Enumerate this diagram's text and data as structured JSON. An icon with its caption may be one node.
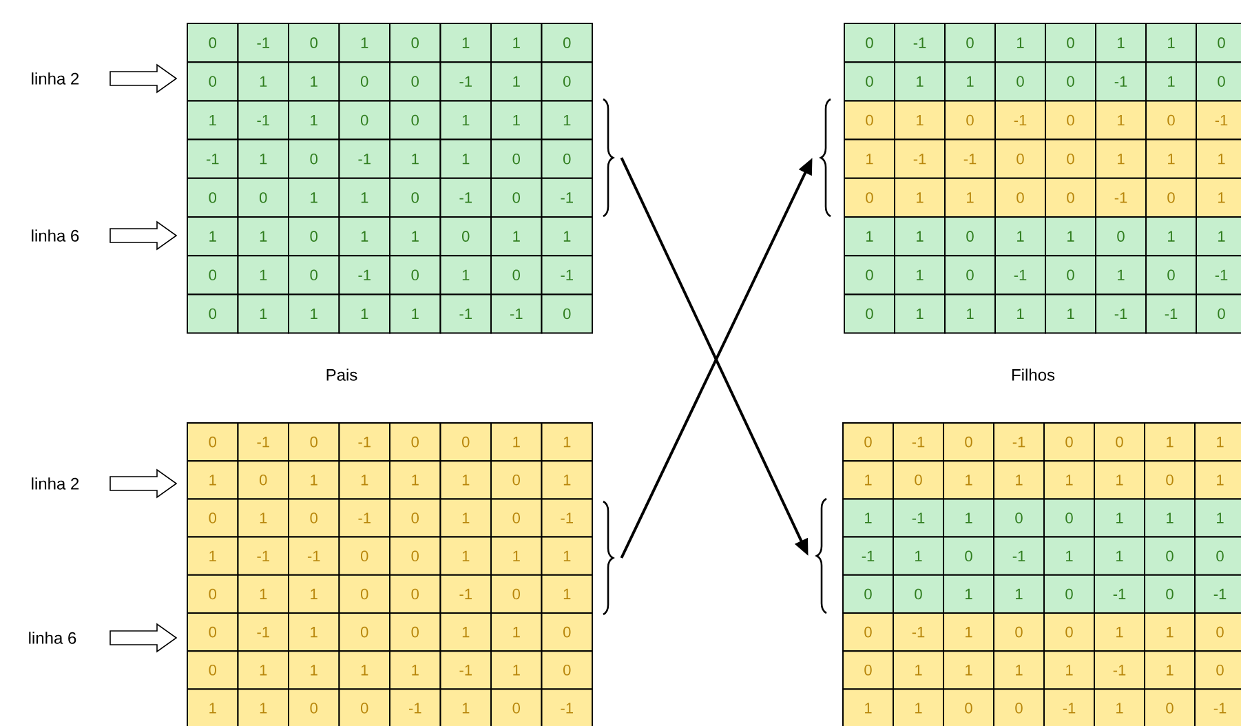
{
  "diagram": {
    "nodes": [
      {
        "text": [],
        "shape": "brace"
      },
      {
        "text": [],
        "shape": "brace"
      },
      {
        "text": [],
        "shape": "brace"
      },
      {
        "text": [],
        "shape": "brace"
      }
    ],
    "edges": [
      {
        "from": 0,
        "to": 3,
        "arrow": "to"
      },
      {
        "from": 2,
        "to": 1,
        "arrow": "to"
      }
    ],
    "labels": [
      "linha 2",
      "linha 6",
      "0",
      "-1",
      "0",
      "1",
      "0",
      "1",
      "1",
      "0",
      "0",
      "1",
      "1",
      "0",
      "0",
      "-1",
      "1",
      "0",
      "1",
      "-1",
      "1",
      "0",
      "0",
      "1",
      "1",
      "1",
      "-1",
      "1",
      "0",
      "-1",
      "1",
      "1",
      "0",
      "0",
      "0",
      "0",
      "1",
      "1",
      "0",
      "-1",
      "0",
      "-1",
      "1",
      "1",
      "0",
      "1",
      "1",
      "0",
      "1",
      "1",
      "0",
      "1",
      "0",
      "-1",
      "0",
      "1",
      "0",
      "-1",
      "0",
      "1",
      "1",
      "1",
      "1",
      "-1",
      "-1",
      "0",
      "0",
      "-1",
      "0",
      "1",
      "0",
      "1",
      "1",
      "0",
      "0",
      "1",
      "1",
      "0",
      "0",
      "-1",
      "1",
      "0",
      "0",
      "1",
      "0",
      "-1",
      "0",
      "1",
      "0",
      "-1",
      "1",
      "-1",
      "-1",
      "0",
      "0",
      "1",
      "1",
      "1",
      "0",
      "1",
      "1",
      "0",
      "0",
      "-1",
      "0",
      "1",
      "1",
      "1",
      "0",
      "1",
      "1",
      "0",
      "1",
      "1",
      "0",
      "1",
      "0",
      "-1",
      "0",
      "1",
      "0",
      "-1",
      "0",
      "1",
      "1",
      "1",
      "1",
      "-1",
      "-1",
      "0",
      "Pais",
      "Filhos",
      "linha 2",
      "linha 6",
      "0",
      "-1",
      "0",
      "-1",
      "0",
      "0",
      "1",
      "1",
      "1",
      "0",
      "1",
      "1",
      "1",
      "1",
      "0",
      "1",
      "0",
      "1",
      "0",
      "-1",
      "0",
      "1",
      "0",
      "-1",
      "1",
      "-1",
      "-1",
      "0",
      "0",
      "1",
      "1",
      "1",
      "0",
      "1",
      "1",
      "0",
      "0",
      "-1",
      "0",
      "1",
      "0",
      "-1",
      "1",
      "0",
      "0",
      "1",
      "1",
      "0",
      "0",
      "1",
      "1",
      "1",
      "1",
      "-1",
      "1",
      "0",
      "1",
      "1",
      "0",
      "0",
      "-1",
      "1",
      "0",
      "-1",
      "0",
      "-1",
      "0",
      "-1",
      "0",
      "0",
      "1",
      "1",
      "1",
      "0",
      "1",
      "1",
      "1",
      "1",
      "0",
      "1",
      "1",
      "-1",
      "1",
      "0",
      "0",
      "1",
      "1",
      "1",
      "-1",
      "1",
      "0",
      "-1",
      "1",
      "1",
      "0",
      "0",
      "0",
      "0",
      "1",
      "1",
      "0",
      "-1",
      "0",
      "-1",
      "0",
      "-1",
      "1",
      "0",
      "0",
      "1",
      "1",
      "0",
      "0",
      "1",
      "1",
      "1",
      "1",
      "-1",
      "1",
      "0",
      "1",
      "1",
      "0",
      "0",
      "-1",
      "1",
      "0",
      "-1"
    ]
  }
}
